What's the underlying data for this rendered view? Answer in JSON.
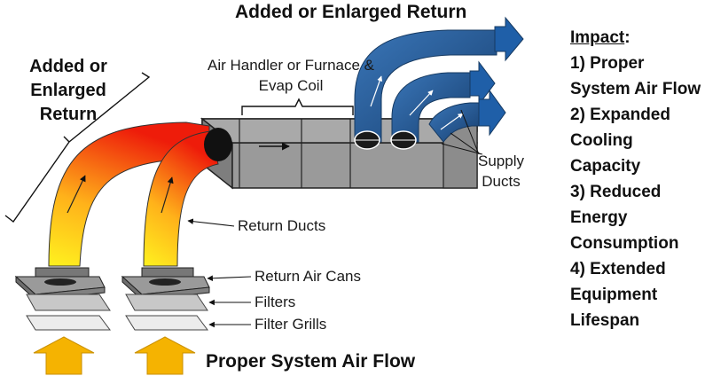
{
  "title_top": "Added or Enlarged Return",
  "title_left": "Added or Enlarged Return",
  "label_air_handler": "Air Handler or Furnace & Evap Coil",
  "label_return_ducts": "Return Ducts",
  "label_return_air_cans": "Return Air Cans",
  "label_filters": "Filters",
  "label_filter_grills": "Filter Grills",
  "label_supply_ducts": "Supply Ducts",
  "title_bottom": "Proper System Air Flow",
  "impact": {
    "heading": "Impact",
    "colon": ":",
    "items": [
      "1) Proper System Air Flow",
      "2) Expanded Cooling Capacity",
      "3) Reduced Energy Consumption",
      "4) Extended Equipment Lifespan"
    ]
  },
  "colors": {
    "return_hot": "#ee1c0a",
    "return_warm": "#ffd21a",
    "supply_duct": "#2a5d9c",
    "supply_arrow": "#1f5fa8",
    "airflow_arrow": "#f5b301",
    "cabinet": "#9a9a9a"
  }
}
